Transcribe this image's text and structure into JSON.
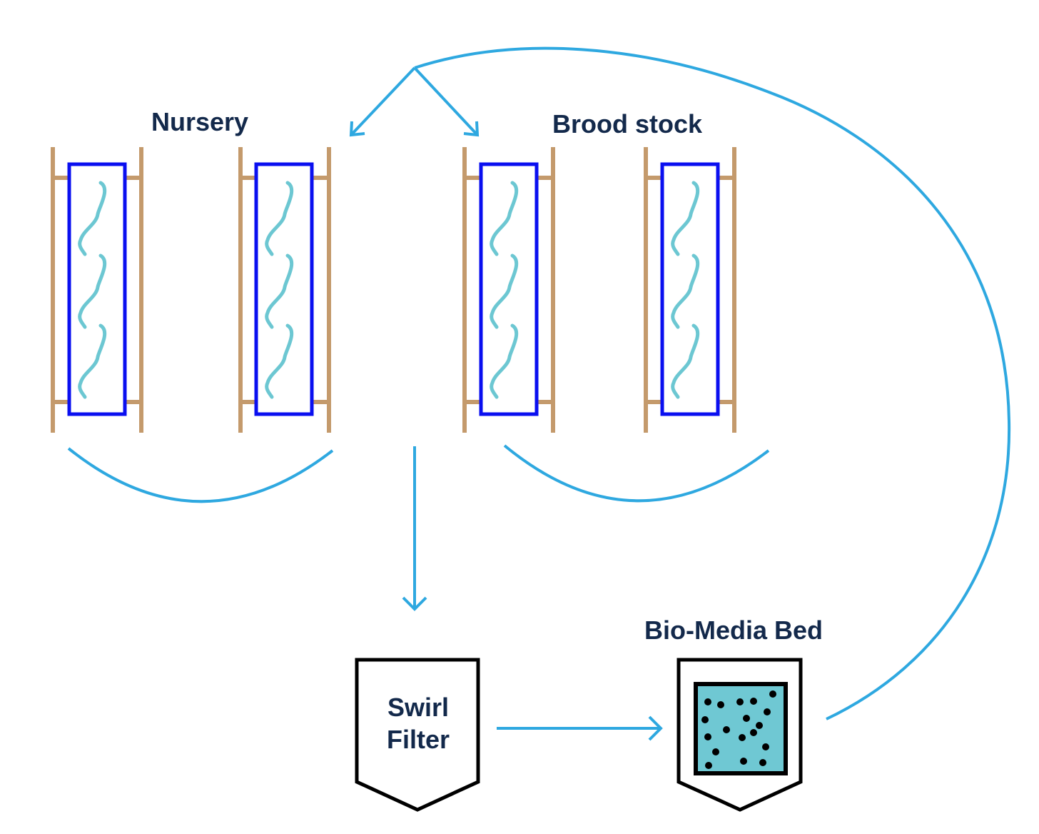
{
  "labels": {
    "nursery": "Nursery",
    "brood_stock": "Brood stock",
    "bio_media_bed": "Bio-Media Bed"
  },
  "swirl_filter": {
    "line1": "Swirl",
    "line2": "Filter"
  },
  "colors": {
    "flow": "#2ea8e0",
    "rack": "#c49a6c",
    "tank_outline": "#0a0ff0",
    "plant": "#6cc7d2",
    "media_fill": "#6fc8d3",
    "text": "#13294b",
    "outline": "#000000"
  }
}
